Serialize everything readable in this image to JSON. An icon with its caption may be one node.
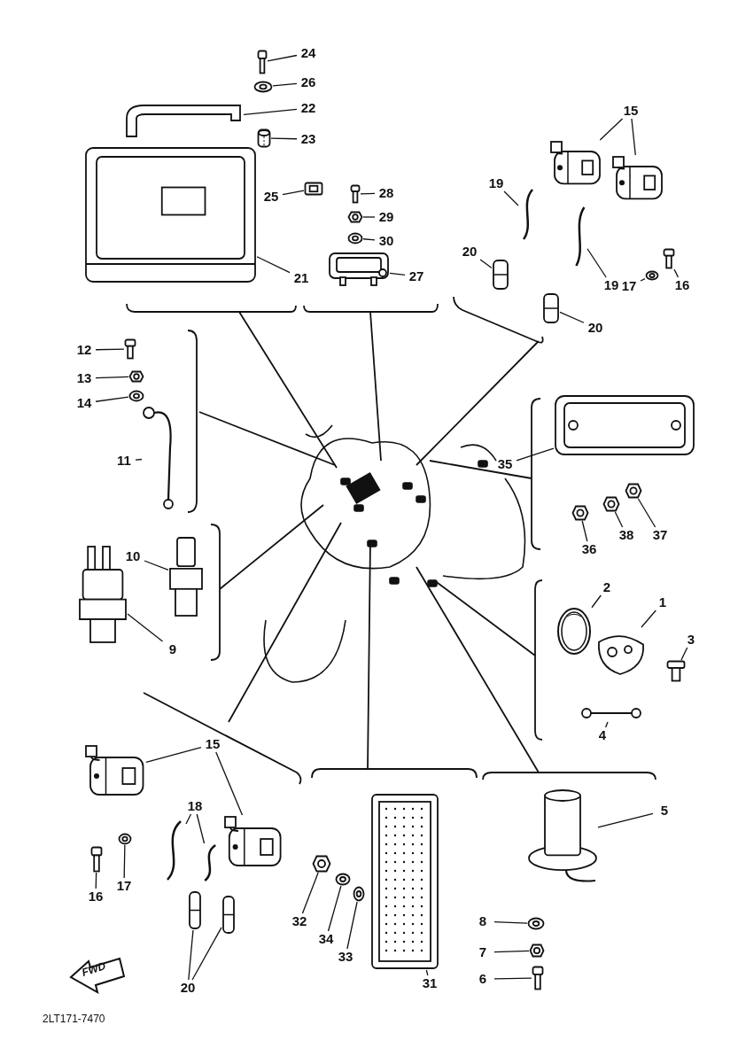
{
  "diagram": {
    "nodes": [
      {
        "text": [
          "24"
        ]
      },
      {
        "text": [],
        "shape": "picture"
      },
      {
        "text": [
          "26"
        ]
      },
      {
        "text": [],
        "shape": "picture"
      },
      {
        "text": [
          "22"
        ]
      },
      {
        "text": [],
        "shape": "picture"
      },
      {
        "text": [
          "23"
        ]
      },
      {
        "text": [],
        "shape": "picture"
      },
      {
        "text": [
          "21"
        ]
      },
      {
        "text": [],
        "shape": "picture"
      },
      {
        "text": [
          "25"
        ]
      },
      {
        "text": [],
        "shape": "picture"
      },
      {
        "text": [
          "28"
        ]
      },
      {
        "text": [],
        "shape": "picture"
      },
      {
        "text": [
          "29"
        ]
      },
      {
        "text": [],
        "shape": "picture"
      },
      {
        "text": [
          "30"
        ]
      },
      {
        "text": [],
        "shape": "picture"
      },
      {
        "text": [
          "27"
        ]
      },
      {
        "text": [],
        "shape": "picture"
      },
      {
        "text": [
          "15"
        ]
      },
      {
        "text": [],
        "shape": "picture"
      },
      {
        "text": [],
        "shape": "picture"
      },
      {
        "text": [
          "19"
        ]
      },
      {
        "text": [],
        "shape": "picture"
      },
      {
        "text": [
          "20"
        ]
      },
      {
        "text": [],
        "shape": "picture"
      },
      {
        "text": [
          "19"
        ]
      },
      {
        "text": [],
        "shape": "picture"
      },
      {
        "text": [
          "20"
        ]
      },
      {
        "text": [],
        "shape": "picture"
      },
      {
        "text": [
          "17"
        ]
      },
      {
        "text": [],
        "shape": "picture"
      },
      {
        "text": [
          "16"
        ]
      },
      {
        "text": [],
        "shape": "picture"
      },
      {
        "text": [
          "12"
        ]
      },
      {
        "text": [],
        "shape": "picture"
      },
      {
        "text": [
          "13"
        ]
      },
      {
        "text": [],
        "shape": "picture"
      },
      {
        "text": [
          "14"
        ]
      },
      {
        "text": [],
        "shape": "picture"
      },
      {
        "text": [
          "11"
        ]
      },
      {
        "text": [],
        "shape": "picture"
      },
      {
        "text": [
          "10"
        ]
      },
      {
        "text": [],
        "shape": "picture"
      },
      {
        "text": [
          "9"
        ]
      },
      {
        "text": [],
        "shape": "picture"
      },
      {
        "text": [
          "35"
        ]
      },
      {
        "text": [],
        "shape": "picture"
      },
      {
        "text": [
          "36"
        ]
      },
      {
        "text": [],
        "shape": "picture"
      },
      {
        "text": [
          "38"
        ]
      },
      {
        "text": [],
        "shape": "picture"
      },
      {
        "text": [
          "37"
        ]
      },
      {
        "text": [],
        "shape": "picture"
      },
      {
        "text": [
          "2"
        ]
      },
      {
        "text": [],
        "shape": "picture"
      },
      {
        "text": [
          "1"
        ]
      },
      {
        "text": [],
        "shape": "picture"
      },
      {
        "text": [
          "3"
        ]
      },
      {
        "text": [],
        "shape": "picture"
      },
      {
        "text": [
          "4"
        ]
      },
      {
        "text": [],
        "shape": "picture"
      },
      {
        "text": [
          "15"
        ]
      },
      {
        "text": [],
        "shape": "picture"
      },
      {
        "text": [],
        "shape": "picture"
      },
      {
        "text": [
          "18"
        ]
      },
      {
        "text": [],
        "shape": "picture"
      },
      {
        "text": [],
        "shape": "picture"
      },
      {
        "text": [
          "17"
        ]
      },
      {
        "text": [],
        "shape": "picture"
      },
      {
        "text": [
          "16"
        ]
      },
      {
        "text": [],
        "shape": "picture"
      },
      {
        "text": [
          "20"
        ]
      },
      {
        "text": [],
        "shape": "picture"
      },
      {
        "text": [],
        "shape": "picture"
      },
      {
        "text": [
          "32"
        ]
      },
      {
        "text": [],
        "shape": "picture"
      },
      {
        "text": [
          "34"
        ]
      },
      {
        "text": [],
        "shape": "picture"
      },
      {
        "text": [
          "33"
        ]
      },
      {
        "text": [],
        "shape": "picture"
      },
      {
        "text": [
          "31"
        ]
      },
      {
        "text": [],
        "shape": "picture"
      },
      {
        "text": [
          "5"
        ]
      },
      {
        "text": [],
        "shape": "picture"
      },
      {
        "text": [
          "8"
        ]
      },
      {
        "text": [],
        "shape": "picture"
      },
      {
        "text": [
          "7"
        ]
      },
      {
        "text": [],
        "shape": "picture"
      },
      {
        "text": [
          "6"
        ]
      },
      {
        "text": [],
        "shape": "picture"
      }
    ],
    "edges": [
      {
        "from": 0,
        "to": 1,
        "arrow": "none"
      },
      {
        "from": 2,
        "to": 3,
        "arrow": "none"
      },
      {
        "from": 4,
        "to": 5,
        "arrow": "none"
      },
      {
        "from": 6,
        "to": 7,
        "arrow": "none"
      },
      {
        "from": 8,
        "to": 9,
        "arrow": "none"
      },
      {
        "from": 10,
        "to": 11,
        "arrow": "none"
      },
      {
        "from": 12,
        "to": 13,
        "arrow": "none"
      },
      {
        "from": 14,
        "to": 15,
        "arrow": "none"
      },
      {
        "from": 16,
        "to": 17,
        "arrow": "none"
      },
      {
        "from": 18,
        "to": 19,
        "arrow": "none"
      },
      {
        "from": 20,
        "to": 21,
        "arrow": "none"
      },
      {
        "from": 20,
        "to": 22,
        "arrow": "none"
      },
      {
        "from": 23,
        "to": 24,
        "arrow": "none"
      },
      {
        "from": 25,
        "to": 26,
        "arrow": "none"
      },
      {
        "from": 27,
        "to": 28,
        "arrow": "none"
      },
      {
        "from": 29,
        "to": 30,
        "arrow": "none"
      },
      {
        "from": 31,
        "to": 32,
        "arrow": "none"
      },
      {
        "from": 33,
        "to": 34,
        "arrow": "none"
      },
      {
        "from": 35,
        "to": 36,
        "arrow": "none"
      },
      {
        "from": 37,
        "to": 38,
        "arrow": "none"
      },
      {
        "from": 39,
        "to": 40,
        "arrow": "none"
      },
      {
        "from": 41,
        "to": 42,
        "arrow": "none"
      },
      {
        "from": 43,
        "to": 44,
        "arrow": "none"
      },
      {
        "from": 45,
        "to": 46,
        "arrow": "none"
      },
      {
        "from": 47,
        "to": 48,
        "arrow": "none"
      },
      {
        "from": 49,
        "to": 50,
        "arrow": "none"
      },
      {
        "from": 51,
        "to": 52,
        "arrow": "none"
      },
      {
        "from": 53,
        "to": 54,
        "arrow": "none"
      },
      {
        "from": 55,
        "to": 56,
        "arrow": "none"
      },
      {
        "from": 57,
        "to": 58,
        "arrow": "none"
      },
      {
        "from": 59,
        "to": 60,
        "arrow": "none"
      },
      {
        "from": 61,
        "to": 62,
        "arrow": "none"
      },
      {
        "from": 63,
        "to": 64,
        "arrow": "none"
      },
      {
        "from": 63,
        "to": 65,
        "arrow": "none"
      },
      {
        "from": 66,
        "to": 67,
        "arrow": "none"
      },
      {
        "from": 66,
        "to": 68,
        "arrow": "none"
      },
      {
        "from": 69,
        "to": 70,
        "arrow": "none"
      },
      {
        "from": 71,
        "to": 72,
        "arrow": "none"
      },
      {
        "from": 73,
        "to": 74,
        "arrow": "none"
      },
      {
        "from": 73,
        "to": 75,
        "arrow": "none"
      },
      {
        "from": 76,
        "to": 77,
        "arrow": "none"
      },
      {
        "from": 78,
        "to": 79,
        "arrow": "none"
      },
      {
        "from": 80,
        "to": 81,
        "arrow": "none"
      },
      {
        "from": 82,
        "to": 83,
        "arrow": "none"
      },
      {
        "from": 84,
        "to": 85,
        "arrow": "none"
      },
      {
        "from": 86,
        "to": 87,
        "arrow": "none"
      },
      {
        "from": 88,
        "to": 89,
        "arrow": "none"
      },
      {
        "from": 90,
        "to": 91,
        "arrow": "none"
      }
    ],
    "labels": [
      "FWD",
      "2LT171-7470"
    ]
  }
}
